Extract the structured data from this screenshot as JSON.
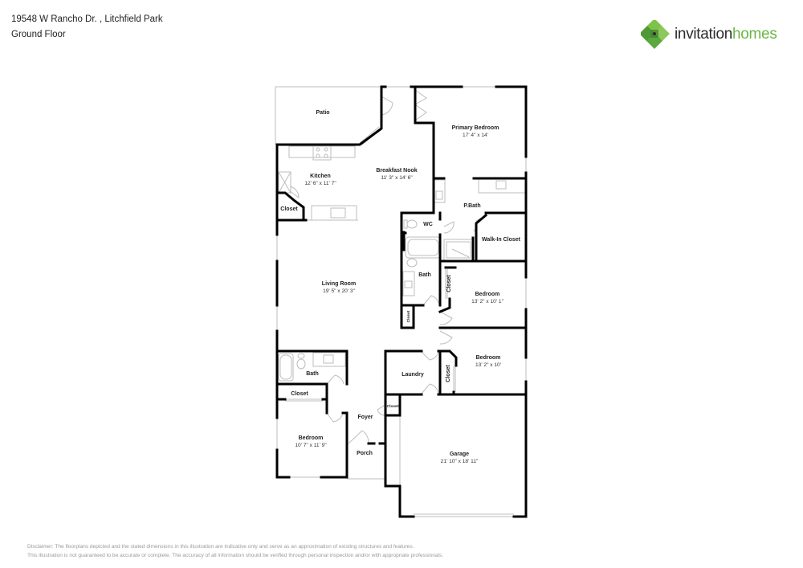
{
  "header": {
    "address": "19548 W Rancho Dr. , Litchfield Park",
    "floor": "Ground Floor"
  },
  "logo": {
    "word1": "invitation",
    "word2": "homes",
    "brand_green": "#6ab545",
    "brand_dark": "#2b2b2b"
  },
  "rooms": {
    "patio": {
      "name": "Patio"
    },
    "primary_bedroom": {
      "name": "Primary Bedroom",
      "dims": "17' 4\" x 14'"
    },
    "breakfast_nook": {
      "name": "Breakfast Nook",
      "dims": "11' 3\" x 14' 6\""
    },
    "kitchen": {
      "name": "Kitchen",
      "dims": "12' 6\" x 11' 7\""
    },
    "kitchen_closet": {
      "name": "Closet"
    },
    "p_bath": {
      "name": "P.Bath"
    },
    "wc": {
      "name": "WC"
    },
    "walk_in_closet": {
      "name": "Walk-In Closet"
    },
    "living_room": {
      "name": "Living Room",
      "dims": "19' 5\" x 20' 3\""
    },
    "bath_1": {
      "name": "Bath"
    },
    "hall_closet_1": {
      "name": "Closet"
    },
    "bedroom_2_closet": {
      "name": "Closet"
    },
    "bedroom_2": {
      "name": "Bedroom",
      "dims": "13' 2\" x 10' 1\""
    },
    "bedroom_3": {
      "name": "Bedroom",
      "dims": "13' 2\" x 10'"
    },
    "bedroom_3_closet": {
      "name": "Closet"
    },
    "laundry": {
      "name": "Laundry"
    },
    "bath_2": {
      "name": "Bath"
    },
    "bath_2_closet": {
      "name": "Closet"
    },
    "front_bedroom_closet": {
      "name": "Closet"
    },
    "front_bedroom": {
      "name": "Bedroom",
      "dims": "10' 7\" x 11' 9\""
    },
    "foyer": {
      "name": "Foyer"
    },
    "foyer_closet": {
      "name": "Closet"
    },
    "porch": {
      "name": "Porch"
    },
    "garage": {
      "name": "Garage",
      "dims": "21' 10\" x 18' 11\""
    }
  },
  "disclaimer": {
    "line1": "Disclaimer: The floorplans depicted and the stated dimensions in this illustration are indicative only and serve as an approximation of existing structures and features.",
    "line2": "This illustration is not guaranteed to be accurate or complete. The accuracy of all information should be verified through personal inspection and/or with appropriate professionals."
  }
}
